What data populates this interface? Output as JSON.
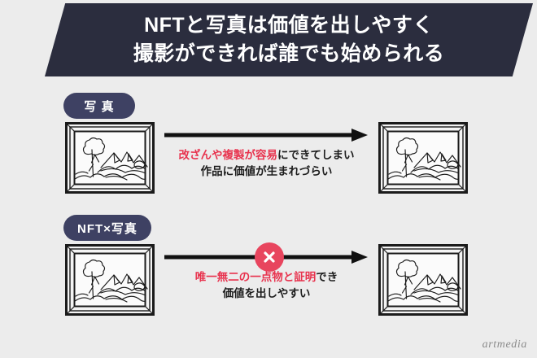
{
  "banner": {
    "line1": "NFTと写真は価値を出しやすく",
    "line2": "撮影ができれば誰でも始められる"
  },
  "colors": {
    "background": "#ececec",
    "banner_navy": "#2b2d3e",
    "badge_navy": "#3e4163",
    "accent_red": "#e8334e",
    "xmark_red": "#e8455e",
    "arrow_black": "#111111",
    "watermark_gray": "#8b8b8b"
  },
  "rows": [
    {
      "badge": "写 真",
      "caption_red": "改ざんや複製が容易",
      "caption_black": "にできてしまい",
      "caption_line2": "作品に価値が生まれづらい",
      "has_xmark": false
    },
    {
      "badge": "NFT×写真",
      "caption_red": "唯一無二の一点物と証明",
      "caption_black": "でき",
      "caption_line2": "価値を出しやすい",
      "has_xmark": true
    }
  ],
  "watermark": "artmedia"
}
